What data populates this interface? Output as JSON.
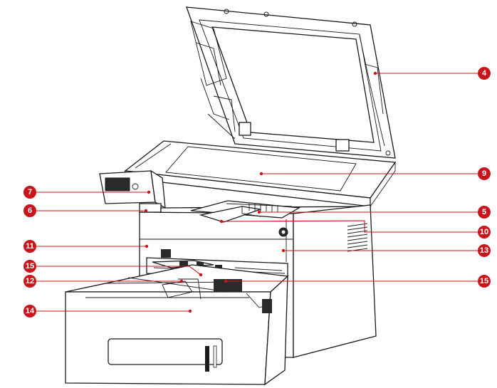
{
  "accent_color": "#c8141b",
  "callouts": [
    {
      "id": "c4",
      "label": "4"
    },
    {
      "id": "c9",
      "label": "9"
    },
    {
      "id": "c7",
      "label": "7"
    },
    {
      "id": "c6",
      "label": "6"
    },
    {
      "id": "c5",
      "label": "5"
    },
    {
      "id": "c10",
      "label": "10"
    },
    {
      "id": "c11",
      "label": "11"
    },
    {
      "id": "c13",
      "label": "13"
    },
    {
      "id": "c15a",
      "label": "15"
    },
    {
      "id": "c12",
      "label": "12"
    },
    {
      "id": "c15b",
      "label": "15"
    },
    {
      "id": "c14",
      "label": "14"
    }
  ]
}
